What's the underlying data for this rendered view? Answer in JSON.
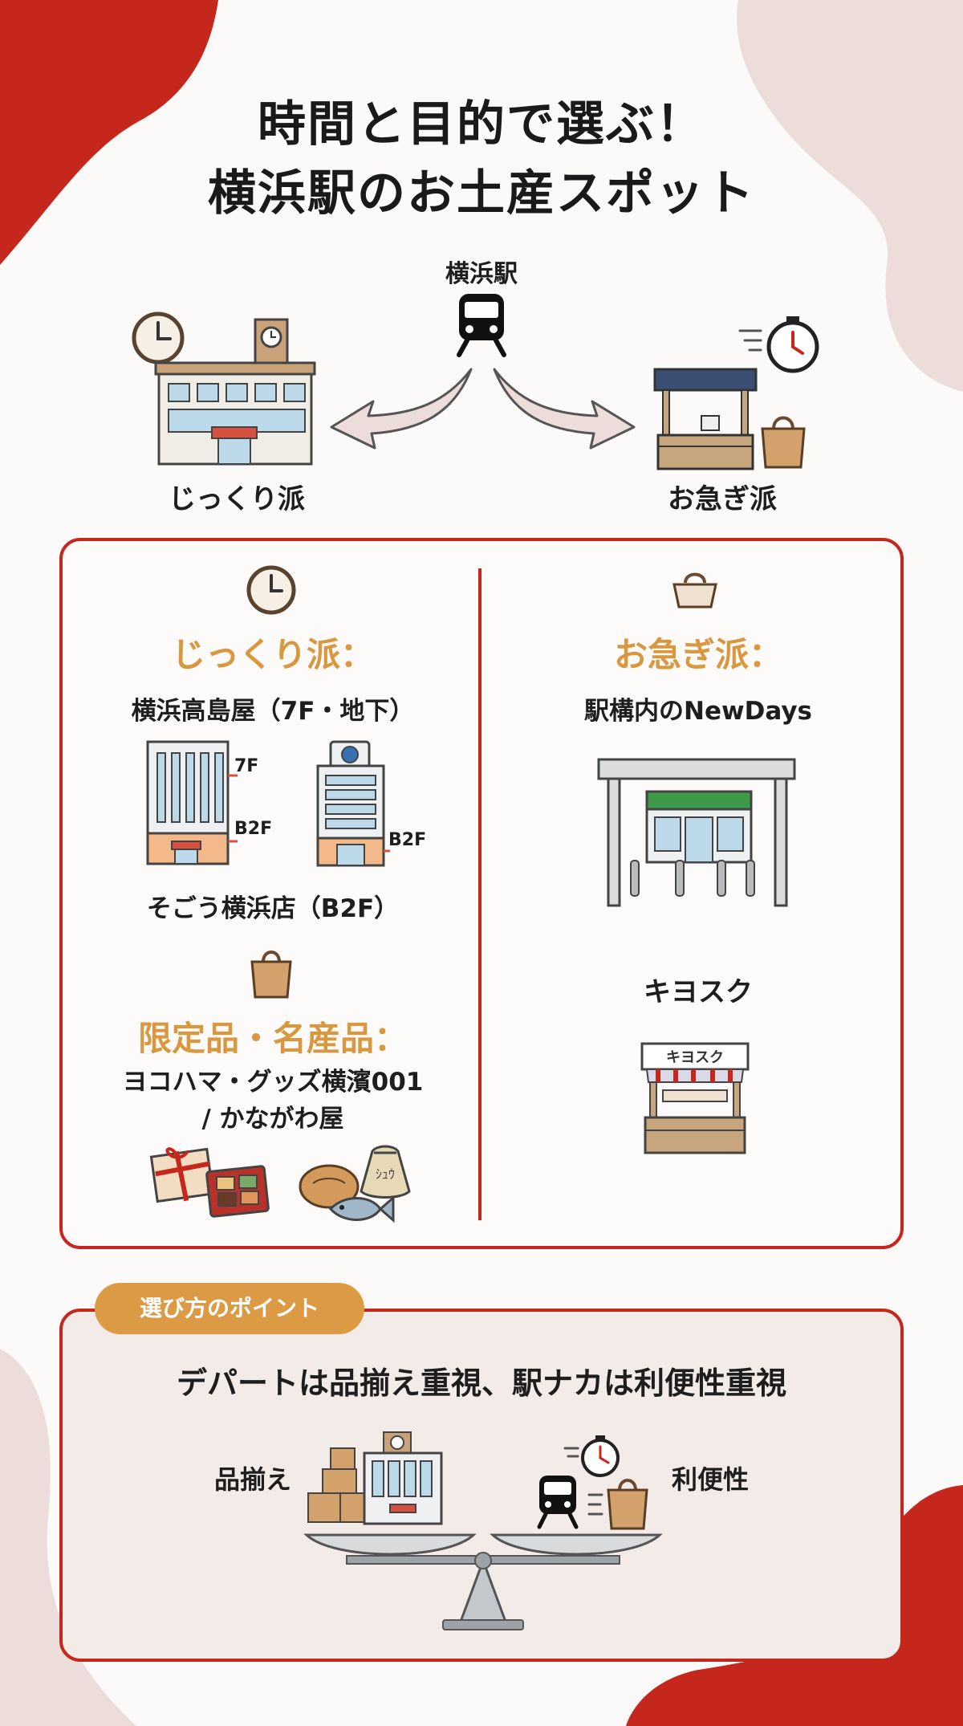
{
  "title": {
    "line1": "時間と目的で選ぶ！",
    "line2": "横浜駅のお土産スポット"
  },
  "top": {
    "station_label": "横浜駅",
    "left_label": "じっくり派",
    "right_label": "お急ぎ派"
  },
  "left": {
    "heading": "じっくり派：",
    "takashimaya": "横浜高島屋（7F・地下）",
    "floor_7f": "7F",
    "floor_b2f_a": "B2F",
    "floor_b2f_b": "B2F",
    "sogo": "そごう横浜店（B2F）",
    "heading2": "限定品・名産品：",
    "shops_line1": "ヨコハマ・グッズ横濱001",
    "shops_line2": "/ かながわ屋",
    "tag_text": "ｼｭｳ"
  },
  "right": {
    "heading": "お急ぎ派：",
    "newdays": "駅構内のNewDays",
    "kiosk": "キヨスク",
    "kiosk_sign": "キヨスク"
  },
  "point": {
    "pill": "選び方のポイント",
    "headline": "デパートは品揃え重視、駅ナカは利便性重視",
    "left_label": "品揃え",
    "right_label": "利便性"
  },
  "colors": {
    "accent_red": "#c6271c",
    "accent_orange": "#d99740",
    "blob_pink": "#ecdcda"
  }
}
